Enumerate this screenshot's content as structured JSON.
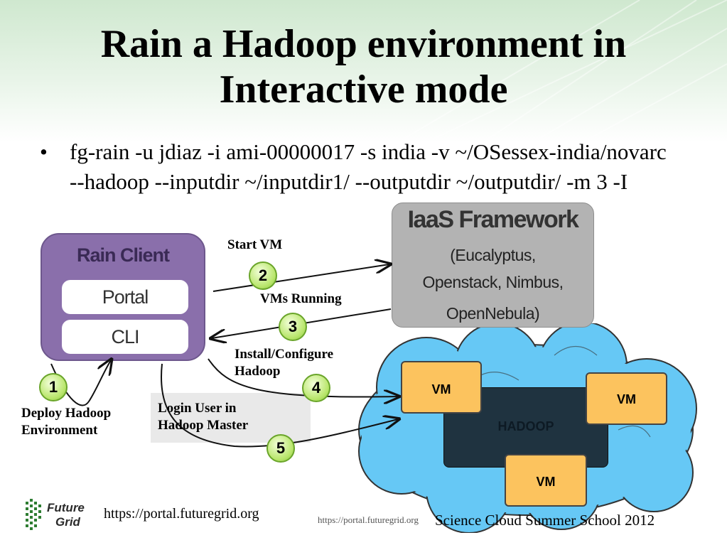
{
  "title": {
    "line1": "Rain a Hadoop environment in",
    "line2": "Interactive mode"
  },
  "bullet": {
    "marker": "•",
    "text": "fg-rain -u jdiaz -i ami-00000017 -s india -v ~/OSessex-india/novarc --hadoop --inputdir ~/inputdir1/ --outputdir ~/outputdir/ -m 3 -I"
  },
  "rain_client": {
    "title": "Rain Client",
    "portal": "Portal",
    "cli": "CLI"
  },
  "iaas": {
    "title": "IaaS Framework",
    "line1": "(Eucalyptus,",
    "line2": "Openstack, Nimbus,",
    "line3": "OpenNebula)"
  },
  "steps": [
    {
      "number": "1",
      "label_line1": "Deploy Hadoop",
      "label_line2": "Environment"
    },
    {
      "number": "2",
      "label": "Start VM"
    },
    {
      "number": "3",
      "label": "VMs Running"
    },
    {
      "number": "4",
      "label_line1": "Install/Configure",
      "label_line2": "Hadoop"
    },
    {
      "number": "5",
      "label_line1": "Login User in",
      "label_line2": "Hadoop Master"
    }
  ],
  "cluster": {
    "hadoop": "HADOOP",
    "vm": "VM"
  },
  "footer": {
    "url": "https://portal.futuregrid.org",
    "url_small": "https://portal.futuregrid.org",
    "school": "Science Cloud Summer School 2012"
  },
  "logo": {
    "line1": "Future",
    "line2": "Grid"
  },
  "colors": {
    "rain_client": "#8a6fab",
    "iaas": "#b3b3b3",
    "cloud": "#66c8f5",
    "vm": "#fcc35e",
    "hadoop": "#1f3340",
    "step_badge": "#b9e66c"
  }
}
